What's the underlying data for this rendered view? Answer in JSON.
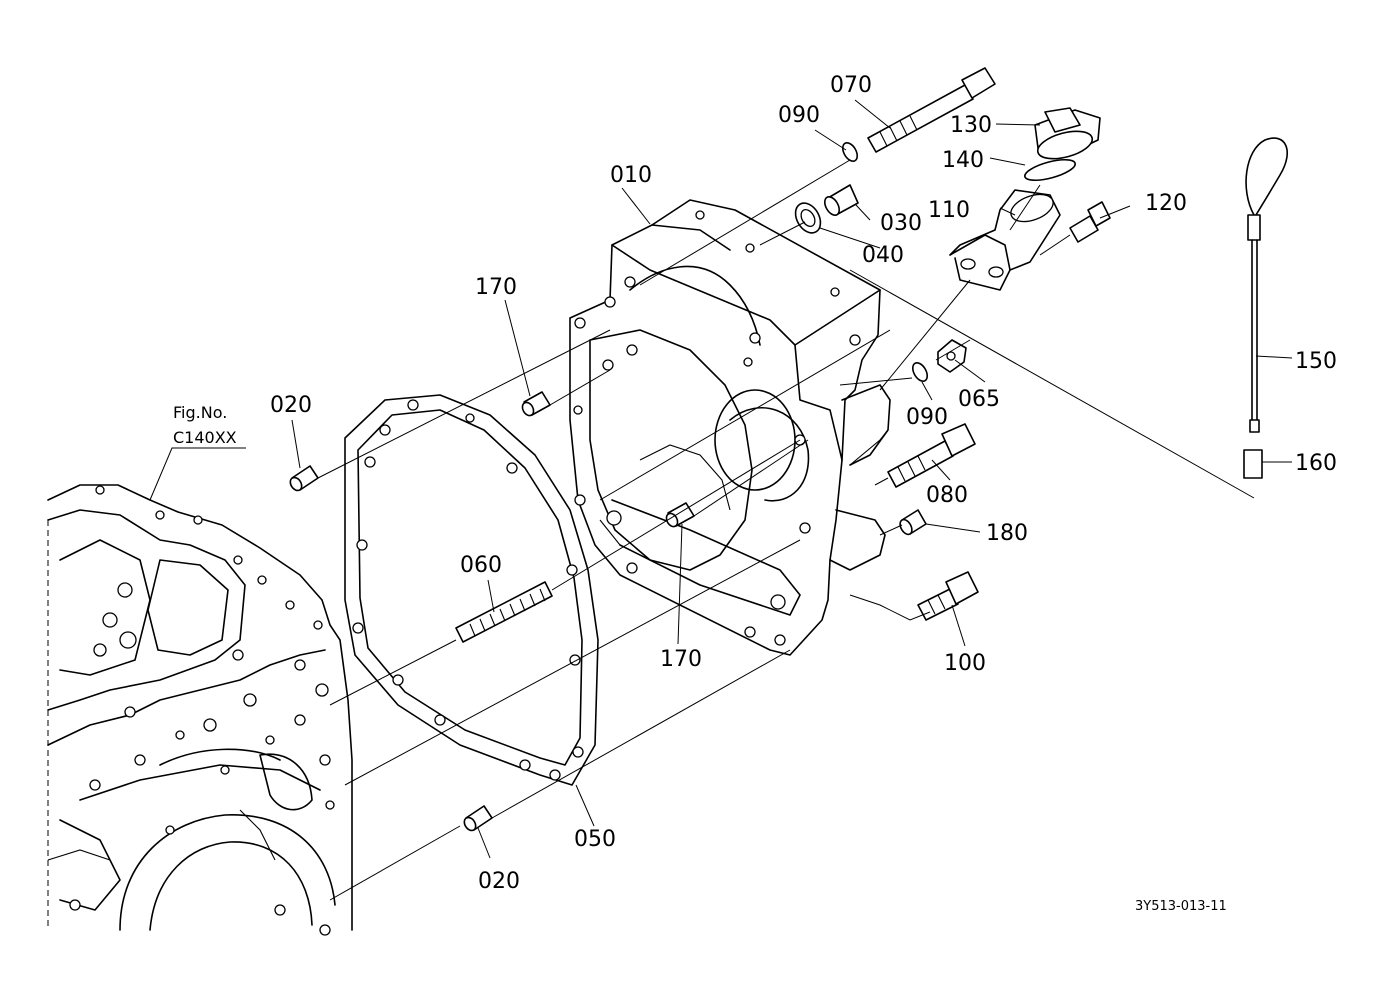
{
  "figure_reference": {
    "title": "Fig.No.",
    "code": "C140XX"
  },
  "drawing_number": "3Y513-013-11",
  "callouts": {
    "p010": "010",
    "p020a": "020",
    "p020b": "020",
    "p030": "030",
    "p040": "040",
    "p050": "050",
    "p060": "060",
    "p065": "065",
    "p070": "070",
    "p080": "080",
    "p090a": "090",
    "p090b": "090",
    "p100": "100",
    "p110": "110",
    "p120": "120",
    "p130": "130",
    "p140": "140",
    "p150": "150",
    "p160": "160",
    "p170a": "170",
    "p170b": "170",
    "p180": "180"
  }
}
